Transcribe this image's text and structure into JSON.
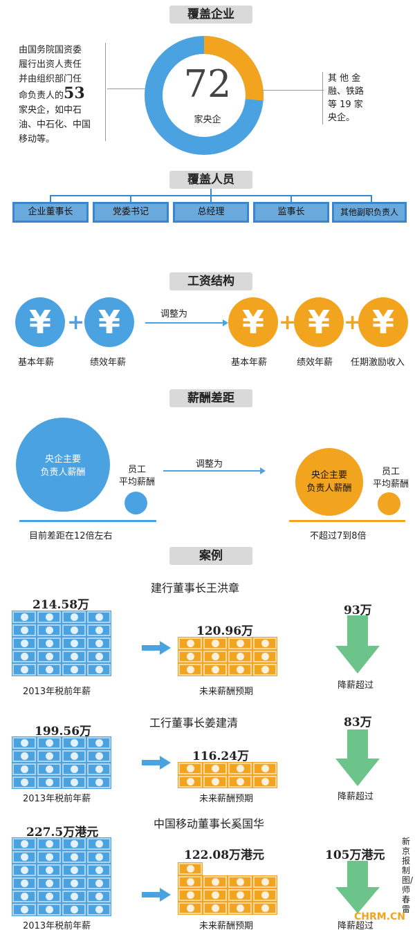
{
  "coverage": {
    "title": "覆盖企业",
    "total": "72",
    "total_unit": "家央企",
    "left_text_1": "由国务院国资委",
    "left_text_2": "履行出资人责任",
    "left_text_3": "并由组织部门任",
    "left_text_4a": "命负责人的",
    "left_number": "53",
    "left_text_5": "家央企，如中石",
    "left_text_6": "油、中石化、中国",
    "left_text_7": "移动等。",
    "right_text_1": "其 他 金",
    "right_text_2": "融、铁路",
    "right_text_3": "等 19 家",
    "right_text_4": "央企。",
    "donut": {
      "blue_value": 53,
      "orange_value": 19,
      "blue_color": "#4aa3e0",
      "orange_color": "#f2a41e"
    }
  },
  "personnel": {
    "title": "覆盖人员",
    "roles": [
      "企业董事长",
      "党委书记",
      "总经理",
      "监事长",
      "其他副职负责人"
    ]
  },
  "salary_structure": {
    "title": "工资结构",
    "coin_symbol": "¥",
    "arrow_label": "调整为",
    "before": [
      "基本年薪",
      "绩效年薪"
    ],
    "after": [
      "基本年薪",
      "绩效年薪",
      "任期激励收入"
    ]
  },
  "pay_gap": {
    "title": "薪酬差距",
    "arrow_label": "调整为",
    "before_big_1": "央企主要",
    "before_big_2": "负责人薪酬",
    "before_small_1": "员工",
    "before_small_2": "平均薪酬",
    "before_caption": "目前差距在12倍左右",
    "after_big_1": "央企主要",
    "after_big_2": "负责人薪酬",
    "after_small_1": "员工",
    "after_small_2": "平均薪酬",
    "after_caption": "不超过7到8倍"
  },
  "cases": {
    "title": "案例",
    "items": [
      {
        "name": "建行董事长王洪章",
        "before": "214.58万",
        "after": "120.96万",
        "cut": "93万",
        "before_caption": "2013年税前年薪",
        "after_caption": "未来薪酬预期",
        "cut_caption": "降薪超过"
      },
      {
        "name": "工行董事长姜建清",
        "before": "199.56万",
        "after": "116.24万",
        "cut": "83万",
        "before_caption": "2013年税前年薪",
        "after_caption": "未来薪酬预期",
        "cut_caption": "降薪超过"
      },
      {
        "name": "中国移动董事长奚国华",
        "before": "227.5万港元",
        "after": "122.08万港元",
        "cut": "105万港元",
        "before_caption": "2013年税前年薪",
        "after_caption": "未来薪酬预期",
        "cut_caption": "降薪超过"
      }
    ]
  },
  "credit": "新京报制图/师春雷",
  "watermark": "CHRM.CN",
  "colors": {
    "blue": "#4aa3e0",
    "orange": "#f2a41e",
    "green": "#6cc48a",
    "gray": "#d9d9d9"
  }
}
